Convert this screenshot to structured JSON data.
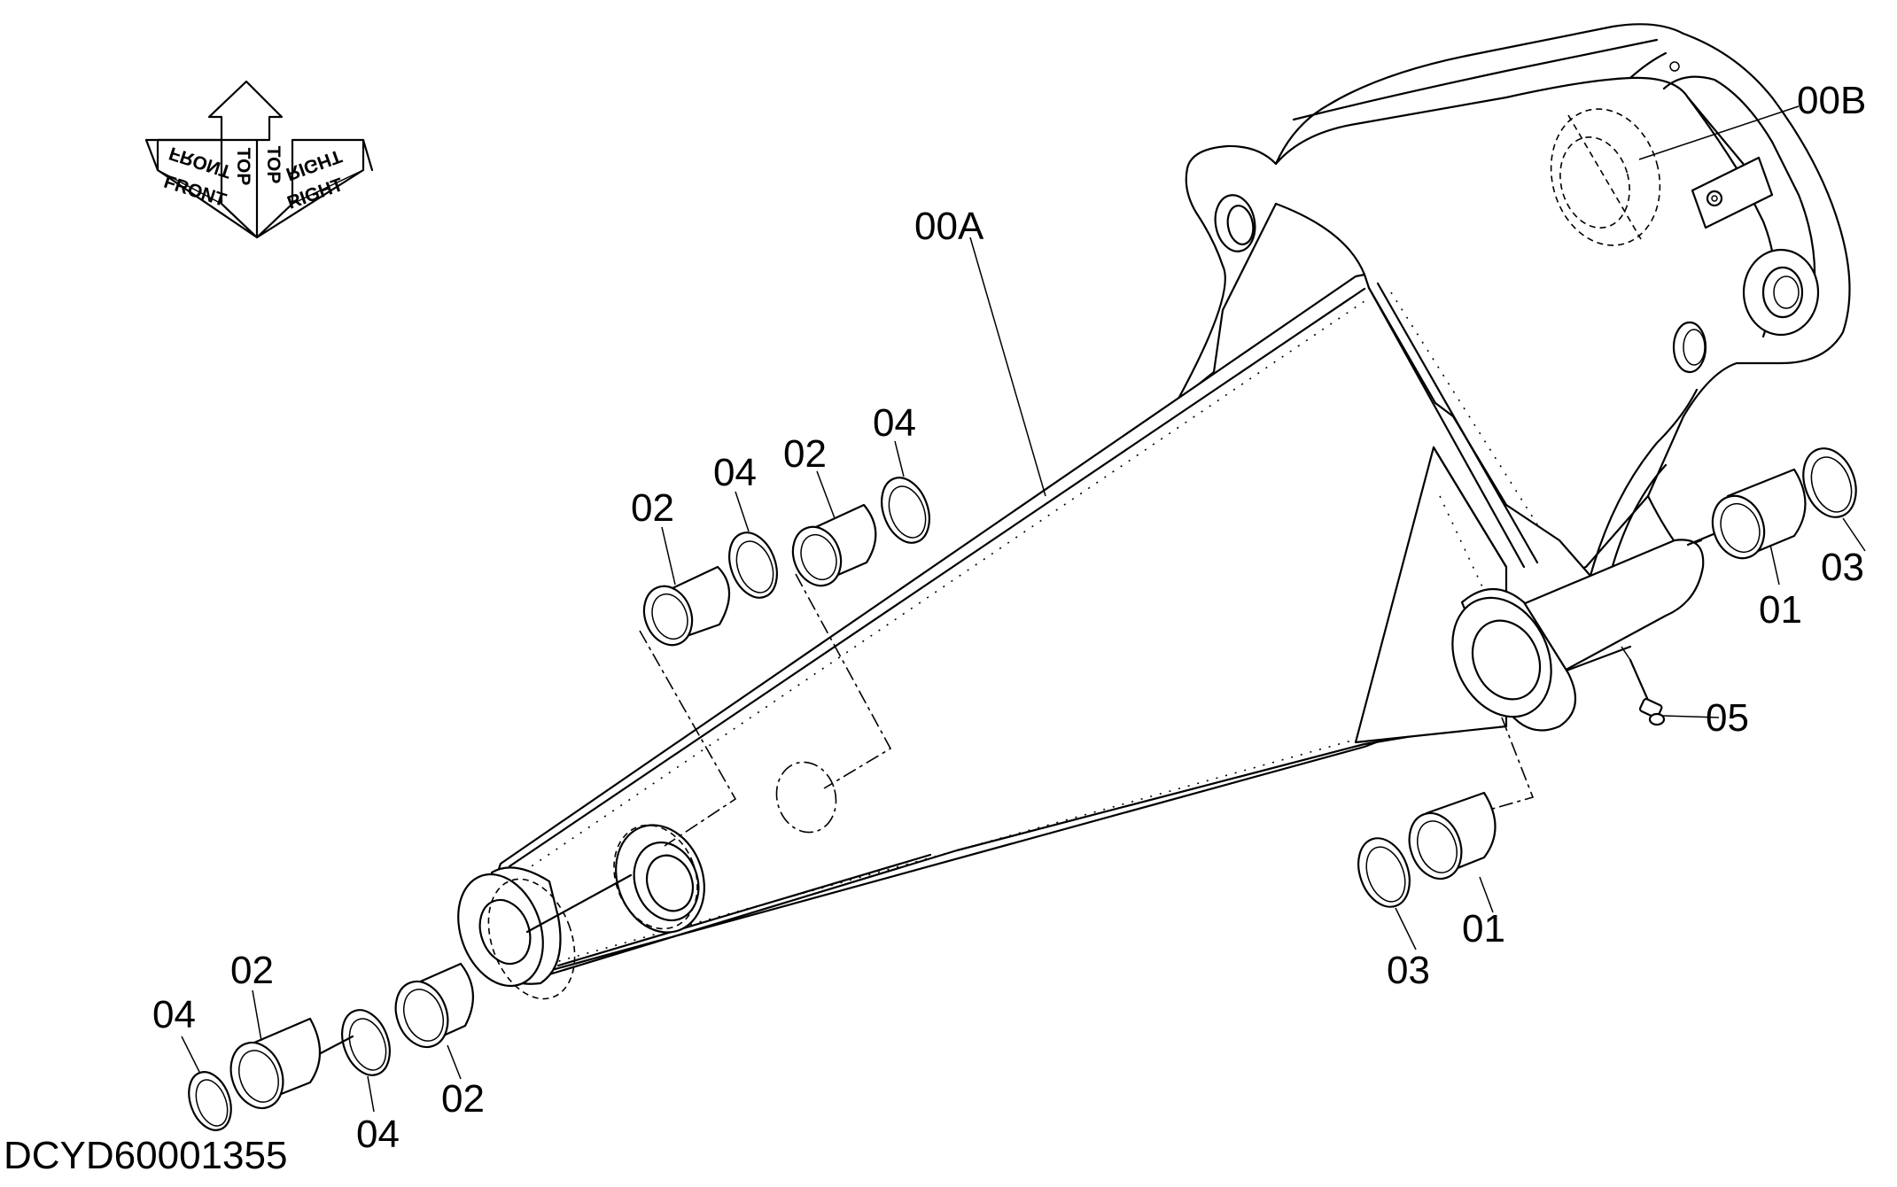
{
  "diagram": {
    "drawing_code": "DCYD60001355",
    "orientation_arrow": {
      "labels": [
        "FRONT",
        "FRONT",
        "TOP",
        "TOP",
        "RIGHT",
        "RIGHT"
      ]
    },
    "part_labels": {
      "arm_body": "00A",
      "bushing_top": "00B",
      "bushing_01_right": "01",
      "bushing_01_lower": "01",
      "bushing_02_upper_a": "02",
      "bushing_02_upper_b": "02",
      "bushing_02_lower_left": "02",
      "bushing_02_lower_mid": "02",
      "shim_03_right": "03",
      "shim_03_lower": "03",
      "shim_04_upper_a": "04",
      "shim_04_upper_b": "04",
      "shim_04_lower_left": "04",
      "shim_04_lower_mid": "04",
      "grease_fitting_05": "05"
    }
  }
}
